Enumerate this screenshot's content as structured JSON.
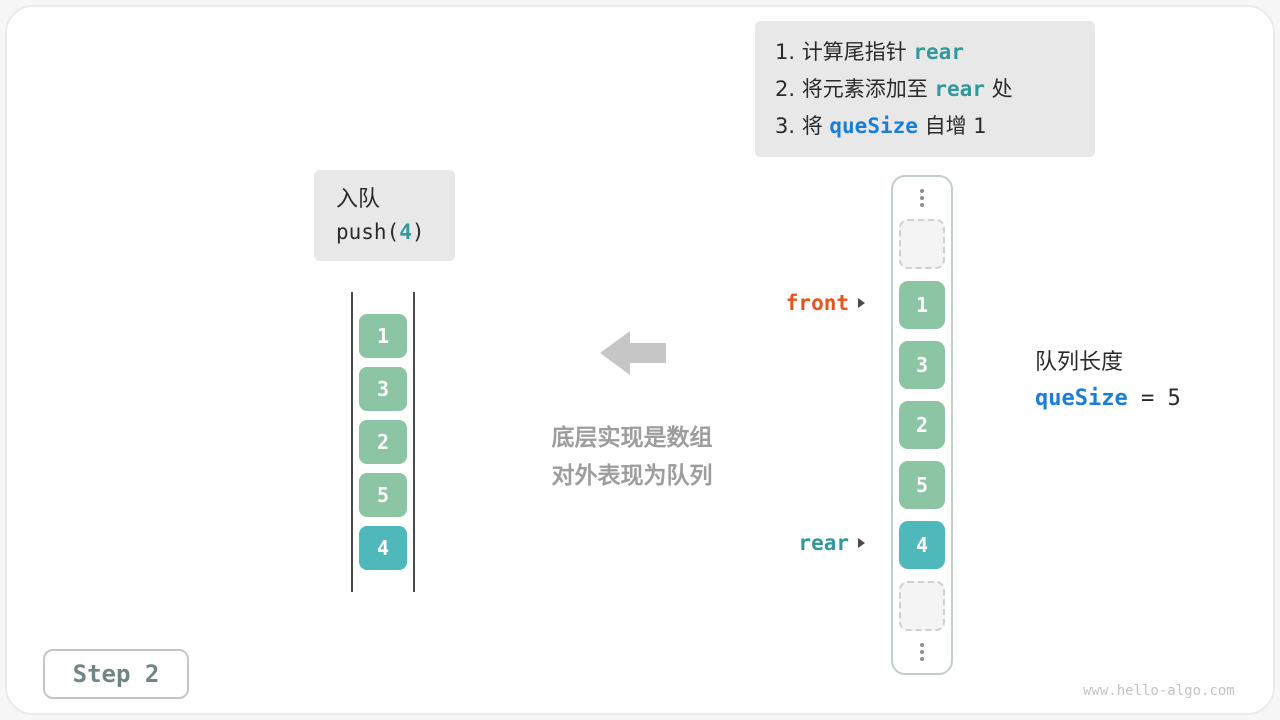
{
  "instructions": {
    "line1": {
      "pre": "1. 计算尾指针 ",
      "code": "rear",
      "post": ""
    },
    "line2": {
      "pre": "2. 将元素添加至 ",
      "code": "rear",
      "post": " 处"
    },
    "line3": {
      "pre": "3. 将 ",
      "code": "queSize",
      "post": " 自增 1"
    }
  },
  "operation_box": {
    "title": "入队",
    "code_pre": "push(",
    "code_arg": "4",
    "code_post": ")"
  },
  "left_queue": {
    "values": [
      "1",
      "3",
      "2",
      "5",
      "4"
    ]
  },
  "center_caption": {
    "line1": "底层实现是数组",
    "line2": "对外表现为队列"
  },
  "array": {
    "values": [
      "1",
      "3",
      "2",
      "5",
      "4"
    ]
  },
  "pointers": {
    "front": "front",
    "rear": "rear"
  },
  "queue_length": {
    "label": "队列长度",
    "var_name": "queSize",
    "rest": " = 5"
  },
  "step_badge": "Step 2",
  "watermark": "www.hello-algo.com",
  "colors": {
    "element_green": "#8cc5a3",
    "element_teal": "#4fb8ba",
    "front_pointer_orange": "#e8551c",
    "rear_pointer_teal": "#31999a",
    "code_teal": "#31999a",
    "code_blue": "#1a7ed8",
    "gray_panel": "#e8e8e8",
    "arrow_gray": "#c6c6c6",
    "caption_gray": "#9d9d9d"
  }
}
